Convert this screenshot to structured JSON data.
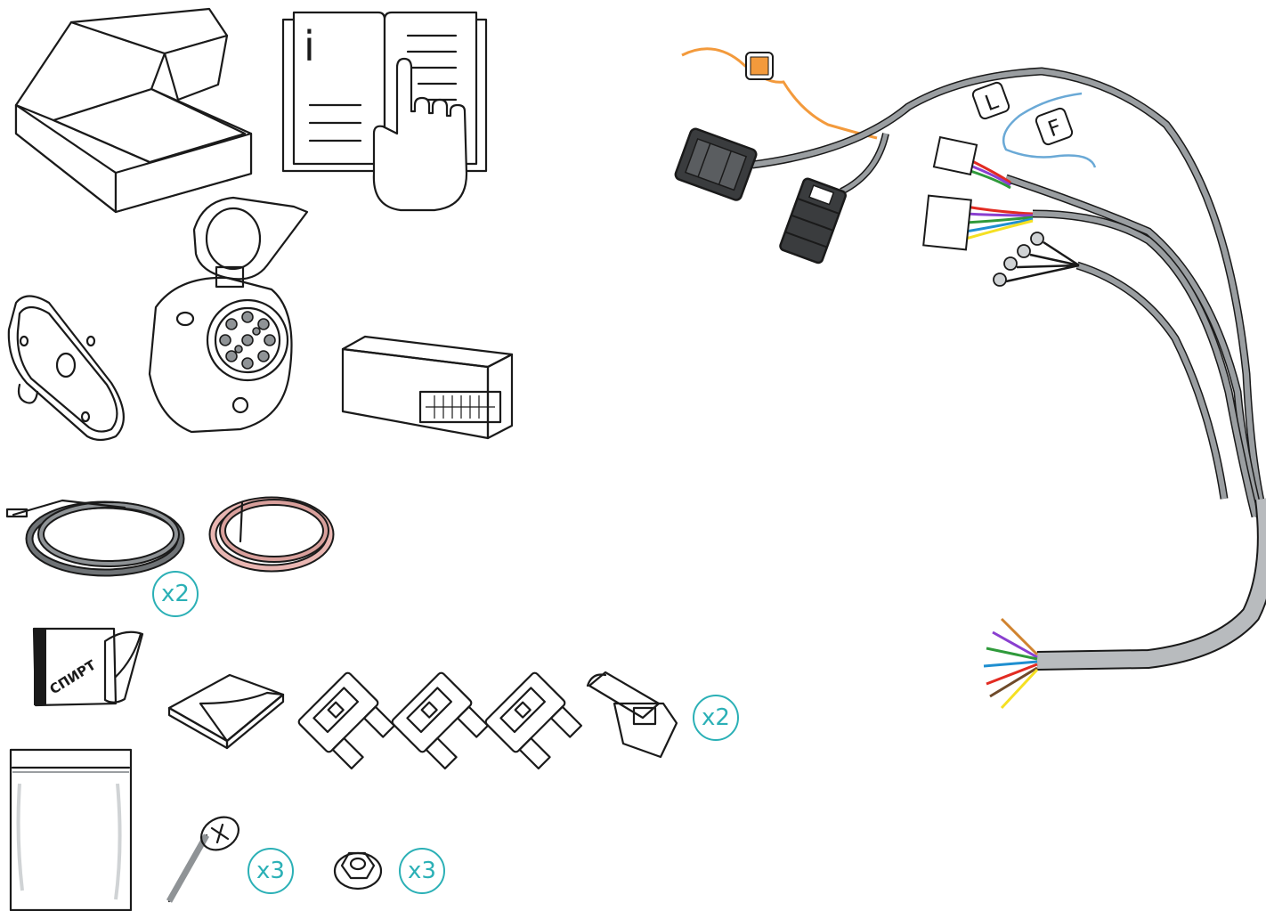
{
  "title": "",
  "colors": {
    "badge_teal": "#2bb0b6",
    "cable_grey": "#9a9ea1",
    "wire_orange": "#f39a3c",
    "wire_blue": "#6aa9d6",
    "fuse_blue": "#1f8fd0",
    "fuse_yellow": "#f5e023",
    "fuse_red": "#e22b22",
    "tap_red": "#d8231b",
    "wipe_blue": "#8fc8e8",
    "cable_pink": "#e9b6b2"
  },
  "kit": {
    "instructions_letter": "i",
    "alcohol_wipe_label": "СПИРТ",
    "quantities": {
      "cables": "x2",
      "wire_taps": "x2",
      "screws": "x3",
      "nuts": "x3"
    }
  },
  "harness": {
    "tag_left": "L",
    "tag_front": "F"
  },
  "icons": [
    "box-icon",
    "manual-icon",
    "pointing-hand-icon",
    "mounting-plate-icon",
    "trailer-socket-icon",
    "control-module-icon",
    "black-cable-coil-icon",
    "pink-cable-coil-icon",
    "alcohol-wipe-icon",
    "adhesive-pad-icon",
    "fuse-icon",
    "wire-tap-icon",
    "zip-bag-icon",
    "screw-icon",
    "nut-icon",
    "wiring-harness-icon"
  ]
}
